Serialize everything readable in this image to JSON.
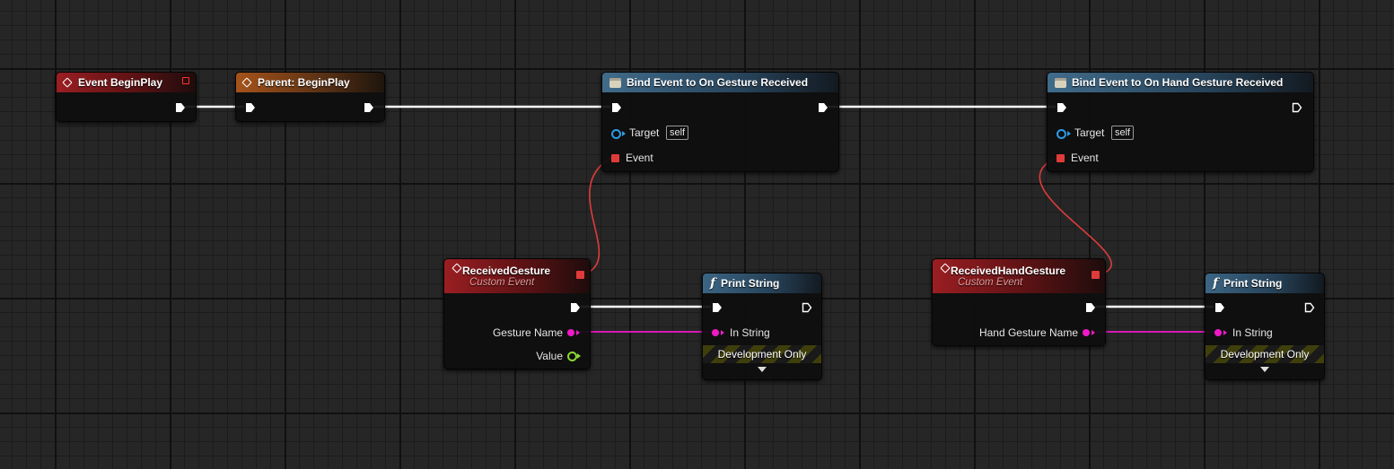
{
  "nodes": {
    "event_begin_play": {
      "title": "Event BeginPlay"
    },
    "parent_begin_play": {
      "title": "Parent: BeginPlay"
    },
    "bind_gesture": {
      "title": "Bind Event to On Gesture Received",
      "target_label": "Target",
      "target_value": "self",
      "event_label": "Event"
    },
    "bind_hand_gesture": {
      "title": "Bind Event to On Hand Gesture Received",
      "target_label": "Target",
      "target_value": "self",
      "event_label": "Event"
    },
    "received_gesture": {
      "title": "ReceivedGesture",
      "subtitle": "Custom Event",
      "pin_gesture_name": "Gesture Name",
      "pin_value": "Value"
    },
    "received_hand_gesture": {
      "title": "ReceivedHandGesture",
      "subtitle": "Custom Event",
      "pin_hand_gesture_name": "Hand Gesture Name"
    },
    "print_string_1": {
      "title": "Print String",
      "in_string": "In String",
      "dev_only": "Development Only"
    },
    "print_string_2": {
      "title": "Print String",
      "in_string": "In String",
      "dev_only": "Development Only"
    }
  },
  "icons": {
    "event": "diamond-event-icon",
    "bind": "bind-event-icon",
    "function": "function-f-icon"
  },
  "colors": {
    "exec_wire": "#ffffff",
    "delegate_wire": "#e03b3b",
    "string_wire": "#f019c8",
    "object_pin": "#2d9be6",
    "value_pin": "#8bd934",
    "event_header": "#9a1e22",
    "parent_header": "#a5531a",
    "function_header": "#406b8a"
  }
}
